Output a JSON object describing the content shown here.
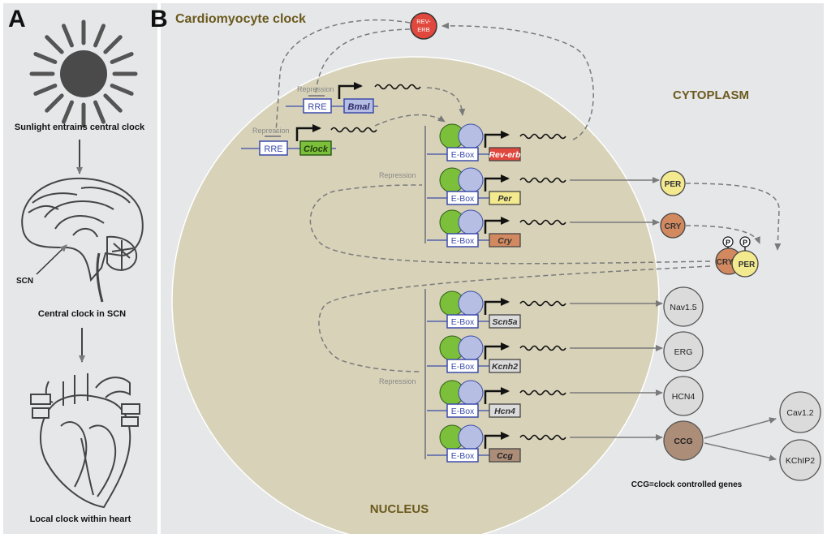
{
  "panel_a": {
    "label": "A",
    "caption_sun": "Sunlight entrains central clock",
    "caption_brain": "Central clock in SCN",
    "scn_label": "SCN",
    "caption_heart": "Local clock within heart"
  },
  "panel_b": {
    "label": "B",
    "title": "Cardiomyocyte clock",
    "cytoplasm_label": "CYTOPLASM",
    "nucleus_label": "NUCLEUS",
    "rev_erb_protein_line1": "REV-",
    "rev_erb_protein_line2": "ERB",
    "repression": "Repression",
    "rre": "RRE",
    "ebox": "E-Box",
    "genes": {
      "bmal": "Bmal",
      "clock": "Clock",
      "rev_erb": "Rev-erb",
      "per": "Per",
      "cry": "Cry",
      "scn5a": "Scn5a",
      "kcnh2": "Kcnh2",
      "hcn4": "Hcn4",
      "ccg": "Ccg"
    },
    "proteins": {
      "per": "PER",
      "cry": "CRY",
      "complex_cry": "CRY",
      "complex_per": "PER",
      "phospho": "P",
      "nav15": "Nav1.5",
      "erg": "ERG",
      "hcn4": "HCN4",
      "ccg": "CCG",
      "cav12": "Cav1.2",
      "kchip2": "KChIP2"
    },
    "footnote": "CCG=clock controlled genes"
  },
  "colors": {
    "panel_bg": "#e6e7e9",
    "nucleus_fill": "#d7d2b8",
    "title_brown": "#6b5a1e",
    "rev_erb_red": "#e0473d",
    "per_yellow": "#f3e98f",
    "cry_orange": "#d2895f",
    "clock_green": "#7cbf3a",
    "bmal_blue": "#b6bfe3",
    "rre_blue": "#3b4bab",
    "ccg_brown": "#ac8d78",
    "grey_protein": "#dbdbdb"
  }
}
